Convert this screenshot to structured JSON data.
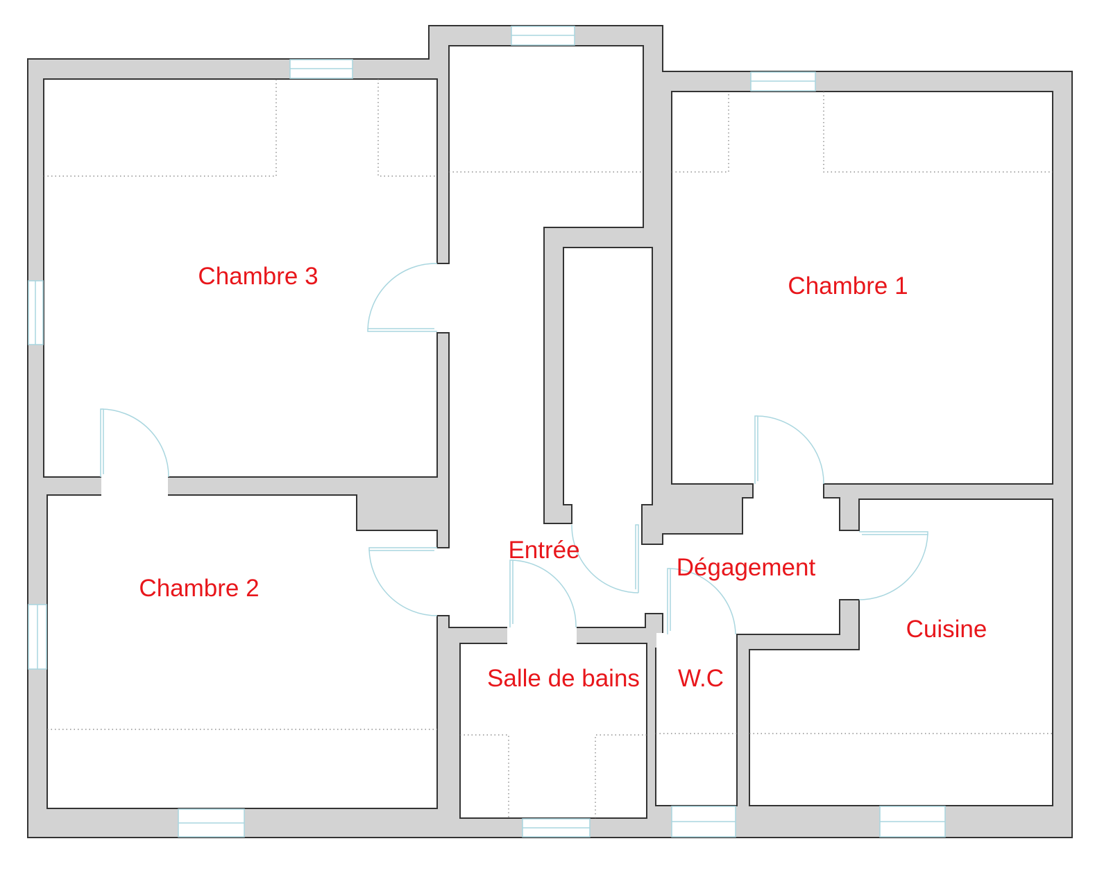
{
  "colors": {
    "label": "#e8161b",
    "wall": "#d3d3d3",
    "door_window": "#a9d6df"
  },
  "rooms": {
    "chambre3": "Chambre 3",
    "chambre1": "Chambre 1",
    "chambre2": "Chambre 2",
    "entree": "Entrée",
    "degagement": "Dégagement",
    "cuisine": "Cuisine",
    "salle_de_bains": "Salle de bains",
    "wc": "W.C"
  }
}
